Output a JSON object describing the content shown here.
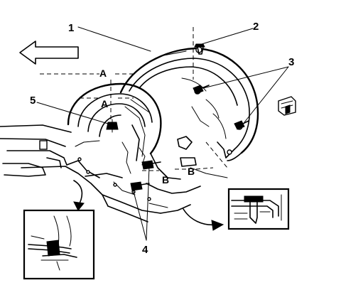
{
  "callouts": {
    "c1": "1",
    "c2": "2",
    "c3": "3",
    "c4": "4",
    "c5": "5"
  },
  "section_marks": {
    "a_upper": "A",
    "a_lower": "A",
    "b_left": "B",
    "b_right": "B"
  },
  "colors": {
    "line": "#000000",
    "background": "#ffffff"
  },
  "icons": {
    "direction_arrow": "arrow-left-icon",
    "retainer": "push-pin-retainer-icon"
  }
}
